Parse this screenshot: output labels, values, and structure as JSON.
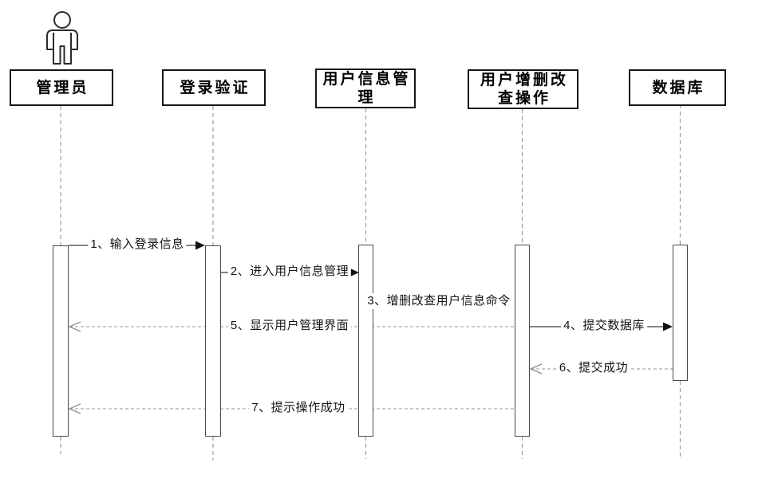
{
  "diagram_type": "uml-sequence-diagram",
  "actor": {
    "label": "管理员",
    "icon": "person-icon"
  },
  "participants": [
    {
      "label": "管理员",
      "wrap": [
        "管理员"
      ]
    },
    {
      "label": "登录验证",
      "wrap": [
        "登录验证"
      ]
    },
    {
      "label": "用户信息管理",
      "wrap": [
        "用户信息管",
        "理"
      ]
    },
    {
      "label": "用户增删改查操作",
      "wrap": [
        "用户增删改",
        "查操作"
      ]
    },
    {
      "label": "数据库",
      "wrap": [
        "数据库"
      ]
    }
  ],
  "messages": [
    {
      "label": "1、输入登录信息",
      "from": "管理员",
      "to": "登录验证",
      "arrow": "solid-filled"
    },
    {
      "label": "2、进入用户信息管理",
      "from": "登录验证",
      "to": "用户信息管理",
      "arrow": "solid-filled"
    },
    {
      "label": "3、增删改查用户信息命令",
      "from": "用户信息管理",
      "to": "用户增删改查操作",
      "arrow": "label-only"
    },
    {
      "label": "4、提交数据库",
      "from": "用户增删改查操作",
      "to": "数据库",
      "arrow": "solid-filled"
    },
    {
      "label": "5、显示用户管理界面",
      "from": "用户增删改查操作",
      "to": "管理员",
      "arrow": "dashed-open-return"
    },
    {
      "label": "6、提交成功",
      "from": "数据库",
      "to": "用户增删改查操作",
      "arrow": "dashed-open-return"
    },
    {
      "label": "7、提示操作成功",
      "from": "用户增删改查操作",
      "to": "管理员",
      "arrow": "dashed-open-return"
    }
  ],
  "colors": {
    "background": "#ffffff",
    "box_border": "#161616",
    "activation_border": "#4a4a4a",
    "solid_message_line": "#5a5a5a",
    "filled_arrowhead": "#111111",
    "dashed_message_line": "#ababab",
    "open_arrowhead": "#8f8f8f",
    "lifeline": "#9e9e9e",
    "text": "#141414"
  }
}
